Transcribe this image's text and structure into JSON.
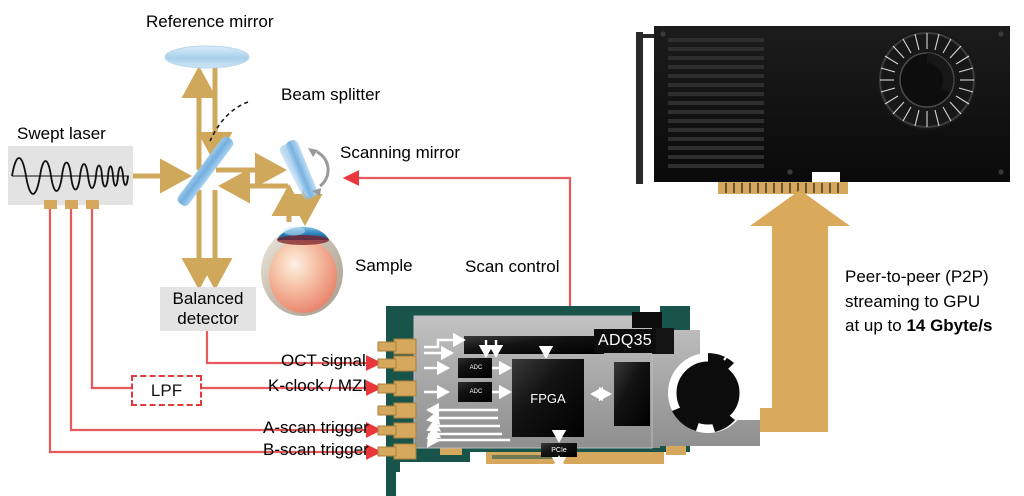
{
  "diagram": {
    "title_hidden": "",
    "labels": {
      "reference_mirror": "Reference mirror",
      "beam_splitter": "Beam splitter",
      "swept_laser": "Swept laser",
      "scanning_mirror": "Scanning mirror",
      "sample": "Sample",
      "balanced_detector_line1": "Balanced",
      "balanced_detector_line2": "detector",
      "scan_control": "Scan control",
      "lpf": "LPF",
      "oct_signal": "OCT signal",
      "k_clock": "K-clock / MZI",
      "a_scan_trigger": "A-scan trigger",
      "b_scan_trigger": "B-scan trigger"
    },
    "card": {
      "model": "ADQ35",
      "fpga": "FPGA",
      "adc_1": "ADC",
      "adc_2": "ADC",
      "pcie": "PCIe"
    },
    "gpu_note": {
      "line1": "Peer-to-peer (P2P)",
      "line2": "streaming to GPU",
      "line3_prefix": "at up to ",
      "line3_value": "14 Gbyte/s"
    },
    "colors": {
      "beam": "#d0a85c",
      "signal_red": "#e8595c",
      "optic_blue": "#7fb4e0",
      "pcb_green": "#18544a",
      "gold": "#d9a95c",
      "heatsink": "#a8a8a8",
      "gpu_black": "#121212",
      "box_gray": "#e3e3e3"
    }
  }
}
